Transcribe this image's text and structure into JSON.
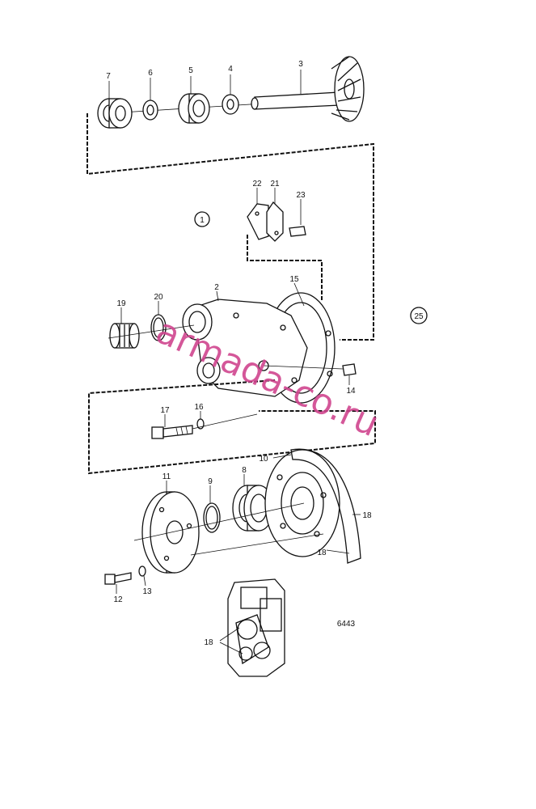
{
  "callouts": [
    "1",
    "2",
    "3",
    "4",
    "5",
    "6",
    "7",
    "8",
    "9",
    "10",
    "11",
    "12",
    "13",
    "14",
    "15",
    "16",
    "17",
    "18",
    "19",
    "20",
    "21",
    "22",
    "23",
    "25"
  ],
  "drawing_number": "6443",
  "watermark": "armada-co.ru",
  "colors": {
    "ink": "#111111",
    "watermark": "#d0458f",
    "background": "#ffffff"
  }
}
